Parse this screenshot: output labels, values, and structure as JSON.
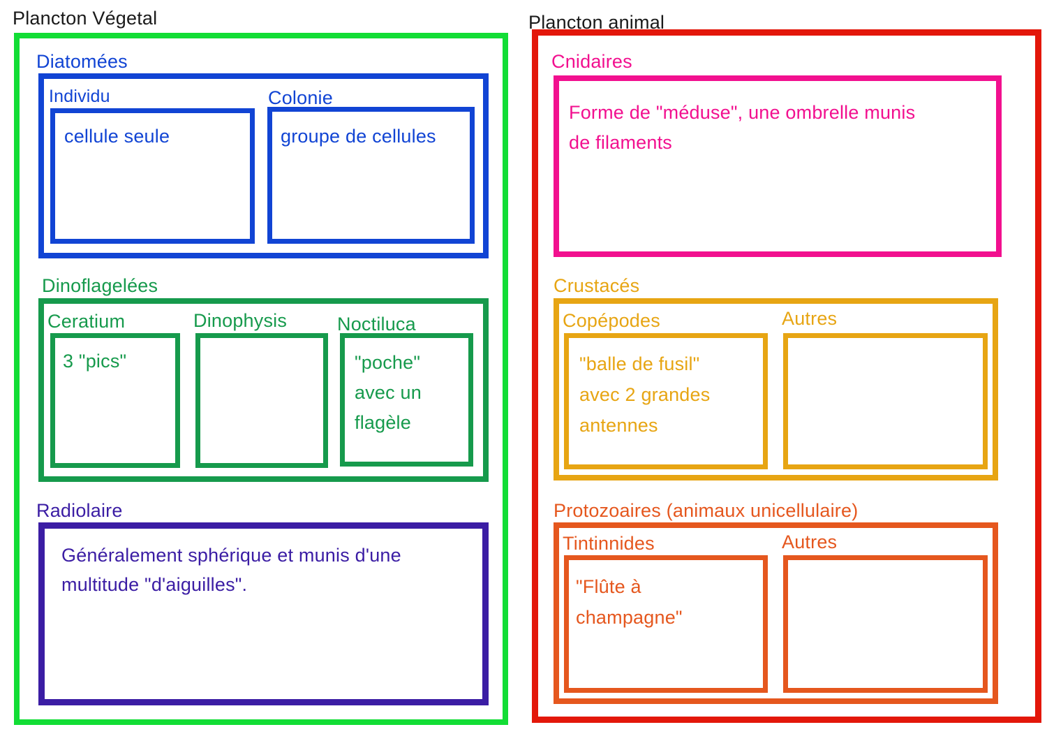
{
  "colors": {
    "title": "#1a1a1a",
    "vegetal_border": "#12dd35",
    "diatomees": "#1144d4",
    "dinoflagelees": "#169a4c",
    "radiolaire": "#3b1da4",
    "animal_border": "#e3170a",
    "cnidaires": "#f2108f",
    "crustaces": "#e7a513",
    "protozoaires": "#e5571e"
  },
  "left": {
    "title": "Plancton Végetal",
    "sections": {
      "diatomees": {
        "label": "Diatomées",
        "sub": {
          "individu": {
            "label": "Individu",
            "text": "cellule seule"
          },
          "colonie": {
            "label": "Colonie",
            "text": "groupe de cellules"
          }
        }
      },
      "dinoflagelees": {
        "label": "Dinoflagelées",
        "sub": {
          "ceratium": {
            "label": "Ceratium",
            "text": "3 \"pics\""
          },
          "dinophysis": {
            "label": "Dinophysis",
            "text": ""
          },
          "noctiluca": {
            "label": "Noctiluca",
            "text": "\"poche\" avec un flagèle"
          }
        }
      },
      "radiolaire": {
        "label": "Radiolaire",
        "text": "Généralement sphérique et munis d'une multitude \"d'aiguilles\"."
      }
    }
  },
  "right": {
    "title": "Plancton animal",
    "sections": {
      "cnidaires": {
        "label": "Cnidaires",
        "text": "Forme de \"méduse\", une ombrelle munis de filaments"
      },
      "crustaces": {
        "label": "Crustacés",
        "sub": {
          "copepodes": {
            "label": "Copépodes",
            "text": "\"balle de fusil\" avec 2 grandes antennes"
          },
          "autres": {
            "label": "Autres",
            "text": ""
          }
        }
      },
      "protozoaires": {
        "label": "Protozoaires (animaux unicellulaire)",
        "sub": {
          "tintinnides": {
            "label": "Tintinnides",
            "text": "\"Flûte à champagne\""
          },
          "autres": {
            "label": "Autres",
            "text": ""
          }
        }
      }
    }
  }
}
